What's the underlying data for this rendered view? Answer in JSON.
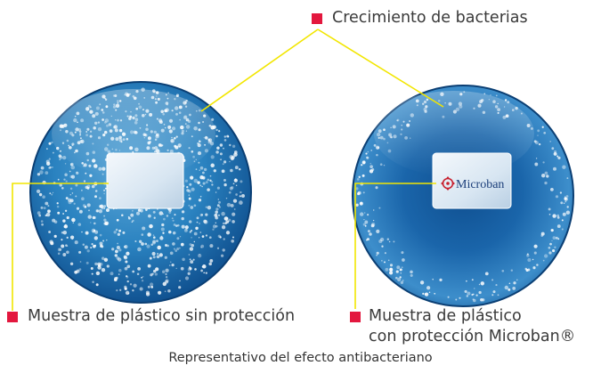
{
  "labels": {
    "bacteria_growth": "Crecimiento de bacterias",
    "sample_unprotected": "Muestra de plástico sin protección",
    "sample_protected_line1": "Muestra de plástico",
    "sample_protected_line2": "con protección Microban®"
  },
  "sample_logo_text": "Microban",
  "caption": "Representativo del efecto antibacteriano",
  "colors": {
    "marker": "#e3173e",
    "leader_line": "#f2e600",
    "dish_blue": "#1d70b0",
    "dish_dark": "#0c3f78"
  },
  "icons": [
    "red-square-marker",
    "microban-logo-icon"
  ]
}
